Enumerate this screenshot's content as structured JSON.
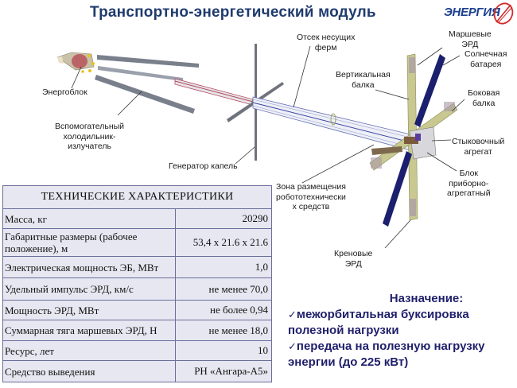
{
  "header": {
    "title": "Транспортно-энергетический  модуль",
    "logo_text": "ЭНЕРГИЯ"
  },
  "diagram": {
    "labels": {
      "energoblok": "Энергоблок",
      "aux_radiator": [
        "Вспомогательный",
        "холодильник-",
        "излучатель"
      ],
      "droplet_generator": "Генератор капель",
      "truss_compartment": [
        "Отсек несущих",
        "ферм"
      ],
      "main_thrusters": [
        "Маршевые",
        "ЭРД"
      ],
      "solar_array": [
        "Солнечная",
        "батарея"
      ],
      "vertical_beam": [
        "Вертикальная",
        "балка"
      ],
      "side_beam": [
        "Боковая",
        "балка"
      ],
      "docking_unit": [
        "Стыковочный",
        "агрегат"
      ],
      "instrument_block": [
        "Блок",
        "приборно-",
        "агрегатный"
      ],
      "robotics_zone": [
        "Зона размещения",
        "робототехнически",
        "х средств"
      ],
      "roll_thrusters": [
        "Креновые",
        "ЭРД"
      ]
    },
    "colors": {
      "radiator": "#7a7f8c",
      "truss": "#5b64b0",
      "solar": "#1b1f6e",
      "beam": "#b8b98a",
      "red_pipe": "#b04a5a"
    }
  },
  "specs": {
    "header": "ТЕХНИЧЕСКИЕ  ХАРАКТЕРИСТИКИ",
    "rows": [
      {
        "key": "Масса,  кг",
        "value": "20290"
      },
      {
        "key": "Габаритные  размеры  (рабочее положение),  м",
        "value": "53,4 x 21.6 x 21.6"
      },
      {
        "key": "Электрическая  мощность ЭБ, МВт",
        "value": "1,0"
      },
      {
        "key": "Удельный  импульс  ЭРД, км/с",
        "value": "не менее  70,0"
      },
      {
        "key": "Мощность ЭРД, МВт",
        "value": "не более 0,94"
      },
      {
        "key": "Суммарная  тяга маршевых  ЭРД, Н",
        "value": "не менее  18,0"
      },
      {
        "key": "Ресурс,  лет",
        "value": "10"
      },
      {
        "key": "Средство  выведения",
        "value": "РН «Ангара-А5»"
      }
    ]
  },
  "purpose": {
    "heading": "Назначение:",
    "check_glyph": "✓",
    "items": [
      {
        "line1": "межорбитальная буксировка",
        "line2": "полезной  нагрузки"
      },
      {
        "line1": "передача на полезную нагрузку",
        "line2": "энергии  (до 225 кВт)"
      }
    ]
  }
}
